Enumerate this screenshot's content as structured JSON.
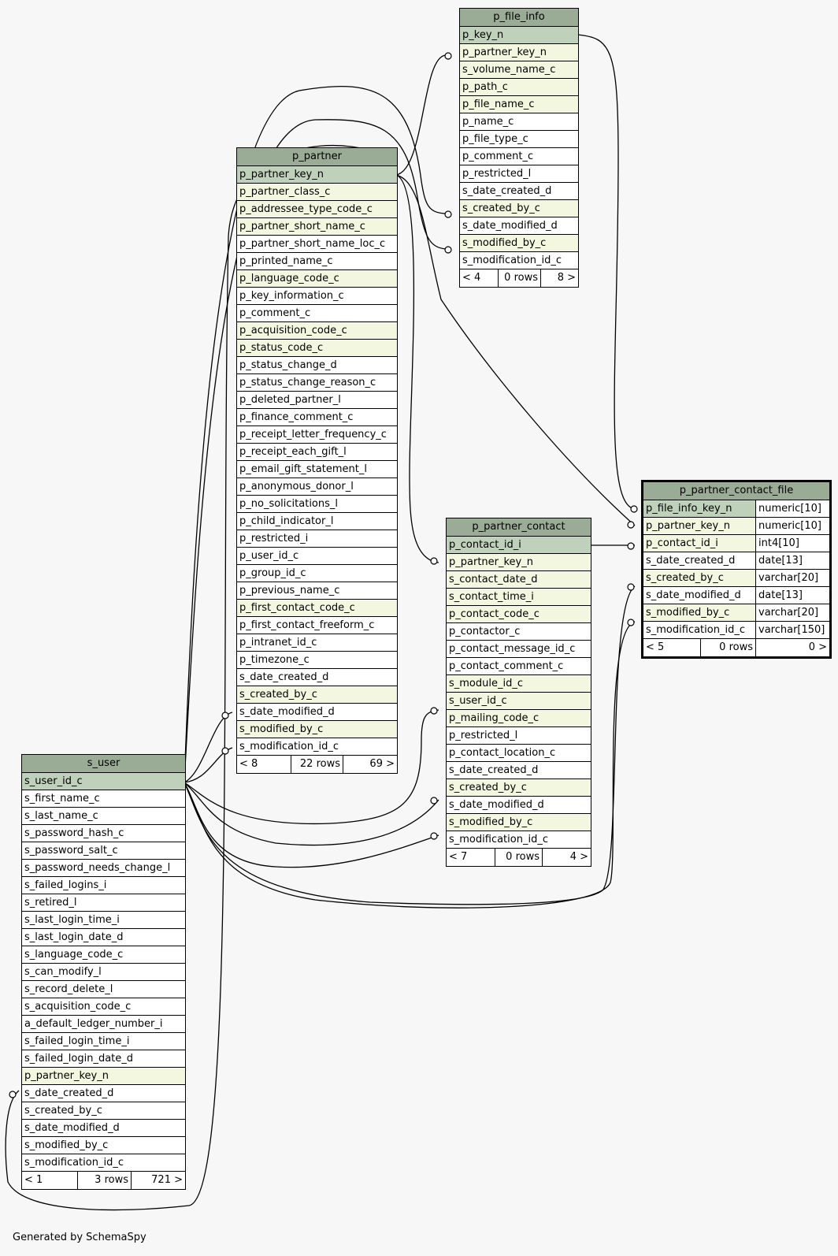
{
  "footer_text": "Generated by SchemaSpy",
  "colors": {
    "header": "#9aac96",
    "pk": "#bfd0bb",
    "fk": "#f4f7df",
    "background": "#f7f7f7"
  },
  "tables": [
    {
      "name": "p_file_info",
      "columns": [
        {
          "name": "p_key_n",
          "kind": "pk"
        },
        {
          "name": "p_partner_key_n",
          "kind": "fk"
        },
        {
          "name": "s_volume_name_c",
          "kind": "fk"
        },
        {
          "name": "p_path_c",
          "kind": "fk"
        },
        {
          "name": "p_file_name_c",
          "kind": "fk"
        },
        {
          "name": "p_name_c",
          "kind": "plain"
        },
        {
          "name": "p_file_type_c",
          "kind": "plain"
        },
        {
          "name": "p_comment_c",
          "kind": "plain"
        },
        {
          "name": "p_restricted_l",
          "kind": "plain"
        },
        {
          "name": "s_date_created_d",
          "kind": "plain"
        },
        {
          "name": "s_created_by_c",
          "kind": "fk"
        },
        {
          "name": "s_date_modified_d",
          "kind": "plain"
        },
        {
          "name": "s_modified_by_c",
          "kind": "fk"
        },
        {
          "name": "s_modification_id_c",
          "kind": "plain"
        }
      ],
      "footer": {
        "parents": "< 4",
        "rows": "0 rows",
        "children": "8 >"
      }
    },
    {
      "name": "p_partner",
      "columns": [
        {
          "name": "p_partner_key_n",
          "kind": "pk"
        },
        {
          "name": "p_partner_class_c",
          "kind": "fk"
        },
        {
          "name": "p_addressee_type_code_c",
          "kind": "fk"
        },
        {
          "name": "p_partner_short_name_c",
          "kind": "fk"
        },
        {
          "name": "p_partner_short_name_loc_c",
          "kind": "plain"
        },
        {
          "name": "p_printed_name_c",
          "kind": "plain"
        },
        {
          "name": "p_language_code_c",
          "kind": "fk"
        },
        {
          "name": "p_key_information_c",
          "kind": "plain"
        },
        {
          "name": "p_comment_c",
          "kind": "plain"
        },
        {
          "name": "p_acquisition_code_c",
          "kind": "fk"
        },
        {
          "name": "p_status_code_c",
          "kind": "fk"
        },
        {
          "name": "p_status_change_d",
          "kind": "plain"
        },
        {
          "name": "p_status_change_reason_c",
          "kind": "plain"
        },
        {
          "name": "p_deleted_partner_l",
          "kind": "plain"
        },
        {
          "name": "p_finance_comment_c",
          "kind": "plain"
        },
        {
          "name": "p_receipt_letter_frequency_c",
          "kind": "plain"
        },
        {
          "name": "p_receipt_each_gift_l",
          "kind": "plain"
        },
        {
          "name": "p_email_gift_statement_l",
          "kind": "plain"
        },
        {
          "name": "p_anonymous_donor_l",
          "kind": "plain"
        },
        {
          "name": "p_no_solicitations_l",
          "kind": "plain"
        },
        {
          "name": "p_child_indicator_l",
          "kind": "plain"
        },
        {
          "name": "p_restricted_i",
          "kind": "plain"
        },
        {
          "name": "p_user_id_c",
          "kind": "plain"
        },
        {
          "name": "p_group_id_c",
          "kind": "plain"
        },
        {
          "name": "p_previous_name_c",
          "kind": "plain"
        },
        {
          "name": "p_first_contact_code_c",
          "kind": "fk"
        },
        {
          "name": "p_first_contact_freeform_c",
          "kind": "plain"
        },
        {
          "name": "p_intranet_id_c",
          "kind": "plain"
        },
        {
          "name": "p_timezone_c",
          "kind": "plain"
        },
        {
          "name": "s_date_created_d",
          "kind": "plain"
        },
        {
          "name": "s_created_by_c",
          "kind": "fk"
        },
        {
          "name": "s_date_modified_d",
          "kind": "plain"
        },
        {
          "name": "s_modified_by_c",
          "kind": "fk"
        },
        {
          "name": "s_modification_id_c",
          "kind": "plain"
        }
      ],
      "footer": {
        "parents": "< 8",
        "rows": "22 rows",
        "children": "69 >"
      }
    },
    {
      "name": "p_partner_contact",
      "columns": [
        {
          "name": "p_contact_id_i",
          "kind": "pk"
        },
        {
          "name": "p_partner_key_n",
          "kind": "fk"
        },
        {
          "name": "s_contact_date_d",
          "kind": "fk"
        },
        {
          "name": "s_contact_time_i",
          "kind": "fk"
        },
        {
          "name": "p_contact_code_c",
          "kind": "fk"
        },
        {
          "name": "p_contactor_c",
          "kind": "plain"
        },
        {
          "name": "p_contact_message_id_c",
          "kind": "plain"
        },
        {
          "name": "p_contact_comment_c",
          "kind": "plain"
        },
        {
          "name": "s_module_id_c",
          "kind": "fk"
        },
        {
          "name": "s_user_id_c",
          "kind": "fk"
        },
        {
          "name": "p_mailing_code_c",
          "kind": "fk"
        },
        {
          "name": "p_restricted_l",
          "kind": "plain"
        },
        {
          "name": "p_contact_location_c",
          "kind": "plain"
        },
        {
          "name": "s_date_created_d",
          "kind": "plain"
        },
        {
          "name": "s_created_by_c",
          "kind": "fk"
        },
        {
          "name": "s_date_modified_d",
          "kind": "plain"
        },
        {
          "name": "s_modified_by_c",
          "kind": "fk"
        },
        {
          "name": "s_modification_id_c",
          "kind": "plain"
        }
      ],
      "footer": {
        "parents": "< 7",
        "rows": "0 rows",
        "children": "4 >"
      }
    },
    {
      "name": "p_partner_contact_file",
      "columns": [
        {
          "name": "p_file_info_key_n",
          "kind": "pk",
          "type": "numeric[10]"
        },
        {
          "name": "p_partner_key_n",
          "kind": "fk",
          "type": "numeric[10]"
        },
        {
          "name": "p_contact_id_i",
          "kind": "fk",
          "type": "int4[10]"
        },
        {
          "name": "s_date_created_d",
          "kind": "plain",
          "type": "date[13]"
        },
        {
          "name": "s_created_by_c",
          "kind": "fk",
          "type": "varchar[20]"
        },
        {
          "name": "s_date_modified_d",
          "kind": "plain",
          "type": "date[13]"
        },
        {
          "name": "s_modified_by_c",
          "kind": "fk",
          "type": "varchar[20]"
        },
        {
          "name": "s_modification_id_c",
          "kind": "plain",
          "type": "varchar[150]"
        }
      ],
      "footer": {
        "parents": "< 5",
        "rows": "0 rows",
        "children": "0 >"
      }
    },
    {
      "name": "s_user",
      "columns": [
        {
          "name": "s_user_id_c",
          "kind": "pk"
        },
        {
          "name": "s_first_name_c",
          "kind": "plain"
        },
        {
          "name": "s_last_name_c",
          "kind": "plain"
        },
        {
          "name": "s_password_hash_c",
          "kind": "plain"
        },
        {
          "name": "s_password_salt_c",
          "kind": "plain"
        },
        {
          "name": "s_password_needs_change_l",
          "kind": "plain"
        },
        {
          "name": "s_failed_logins_i",
          "kind": "plain"
        },
        {
          "name": "s_retired_l",
          "kind": "plain"
        },
        {
          "name": "s_last_login_time_i",
          "kind": "plain"
        },
        {
          "name": "s_last_login_date_d",
          "kind": "plain"
        },
        {
          "name": "s_language_code_c",
          "kind": "plain"
        },
        {
          "name": "s_can_modify_l",
          "kind": "plain"
        },
        {
          "name": "s_record_delete_l",
          "kind": "plain"
        },
        {
          "name": "s_acquisition_code_c",
          "kind": "plain"
        },
        {
          "name": "a_default_ledger_number_i",
          "kind": "plain"
        },
        {
          "name": "s_failed_login_time_i",
          "kind": "plain"
        },
        {
          "name": "s_failed_login_date_d",
          "kind": "plain"
        },
        {
          "name": "p_partner_key_n",
          "kind": "fk"
        },
        {
          "name": "s_date_created_d",
          "kind": "plain"
        },
        {
          "name": "s_created_by_c",
          "kind": "plain"
        },
        {
          "name": "s_date_modified_d",
          "kind": "plain"
        },
        {
          "name": "s_modified_by_c",
          "kind": "plain"
        },
        {
          "name": "s_modification_id_c",
          "kind": "plain"
        }
      ],
      "footer": {
        "parents": "< 1",
        "rows": "3 rows",
        "children": "721 >"
      }
    }
  ],
  "relationships": [
    {
      "from": "p_partner.p_partner_key_n",
      "to": "p_file_info.p_partner_key_n"
    },
    {
      "from": "s_user.s_user_id_c",
      "to": "p_file_info.s_created_by_c"
    },
    {
      "from": "s_user.s_user_id_c",
      "to": "p_file_info.s_modified_by_c"
    },
    {
      "from": "p_file_info.p_key_n",
      "to": "p_partner_contact_file.p_file_info_key_n"
    },
    {
      "from": "p_partner.p_partner_key_n",
      "to": "p_partner_contact_file.p_partner_key_n"
    },
    {
      "from": "p_partner_contact.p_contact_id_i",
      "to": "p_partner_contact_file.p_contact_id_i"
    },
    {
      "from": "s_user.s_user_id_c",
      "to": "p_partner_contact_file.s_created_by_c"
    },
    {
      "from": "s_user.s_user_id_c",
      "to": "p_partner_contact_file.s_modified_by_c"
    },
    {
      "from": "p_partner.p_partner_key_n",
      "to": "p_partner_contact.p_partner_key_n"
    },
    {
      "from": "s_user.s_user_id_c",
      "to": "p_partner_contact.s_user_id_c"
    },
    {
      "from": "s_user.s_user_id_c",
      "to": "p_partner_contact.s_created_by_c"
    },
    {
      "from": "s_user.s_user_id_c",
      "to": "p_partner_contact.s_modified_by_c"
    },
    {
      "from": "s_user.s_user_id_c",
      "to": "p_partner.s_created_by_c"
    },
    {
      "from": "s_user.s_user_id_c",
      "to": "p_partner.s_modified_by_c"
    },
    {
      "from": "p_partner.p_partner_key_n",
      "to": "s_user.p_partner_key_n"
    }
  ]
}
